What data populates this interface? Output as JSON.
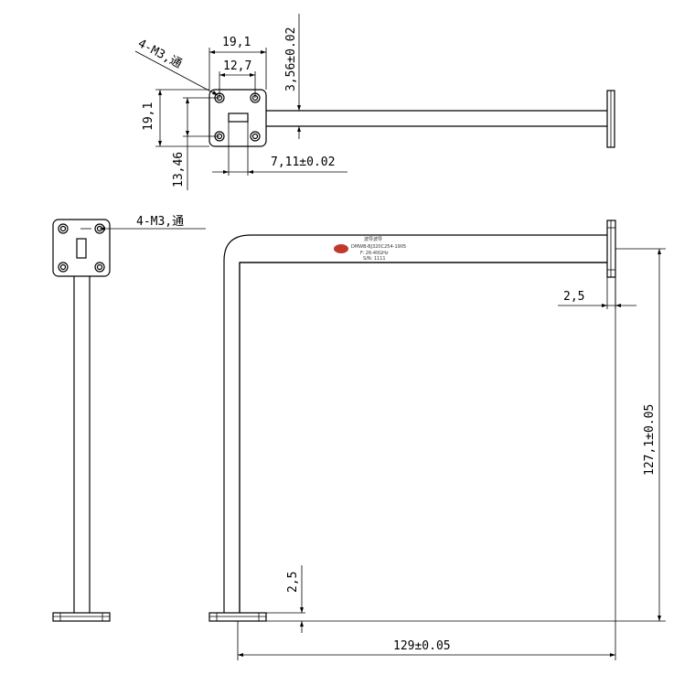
{
  "dimensions": {
    "flange_width": "19,1",
    "hole_spacing": "12,7",
    "tol_3_56": "3,56±0.02",
    "flange_height": "19,1",
    "hole_spacing_v": "13,46",
    "slot_width": "7,11±0.02",
    "holes_top": "4-M3,通",
    "holes_side": "4-M3,通",
    "wall_right": "2,5",
    "height_total": "127,1±0.05",
    "wall_bottom": "2,5",
    "width_total": "129±0.05"
  },
  "label_plate": {
    "line1": "波导波导",
    "line2": "DMWB-BJ320C254-1905",
    "line3": "F: 26-40GHz",
    "line4": "S/N: 1111"
  }
}
